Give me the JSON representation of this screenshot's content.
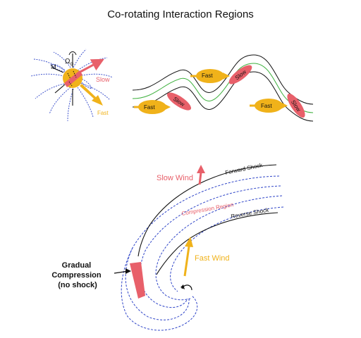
{
  "title": "Co-rotating Interaction Regions",
  "sun_panel": {
    "label_m": "M",
    "label_omega": "Ω",
    "label_omega_sub": "ʘ",
    "label_slow": "Slow",
    "label_fast": "Fast"
  },
  "wave_panel": {
    "fast_labels": [
      "Fast",
      "Fast",
      "Fast"
    ],
    "slow_labels": [
      "Slow",
      "Slow",
      "Slow"
    ]
  },
  "cir_panel": {
    "slow_wind": "Slow Wind",
    "fast_wind": "Fast Wind",
    "forward_shock": "Forward Shock",
    "reverse_shock": "Reverse Shock",
    "compression_region": "Compression Region",
    "gradual_compression_lines": [
      "Gradual",
      "Compression",
      "(no shock)"
    ]
  },
  "colors": {
    "slow": "#e8606a",
    "fast": "#f0b21a",
    "field_line": "#2f45c8",
    "shock": "#111111",
    "current_sheet": "#3db03d"
  }
}
